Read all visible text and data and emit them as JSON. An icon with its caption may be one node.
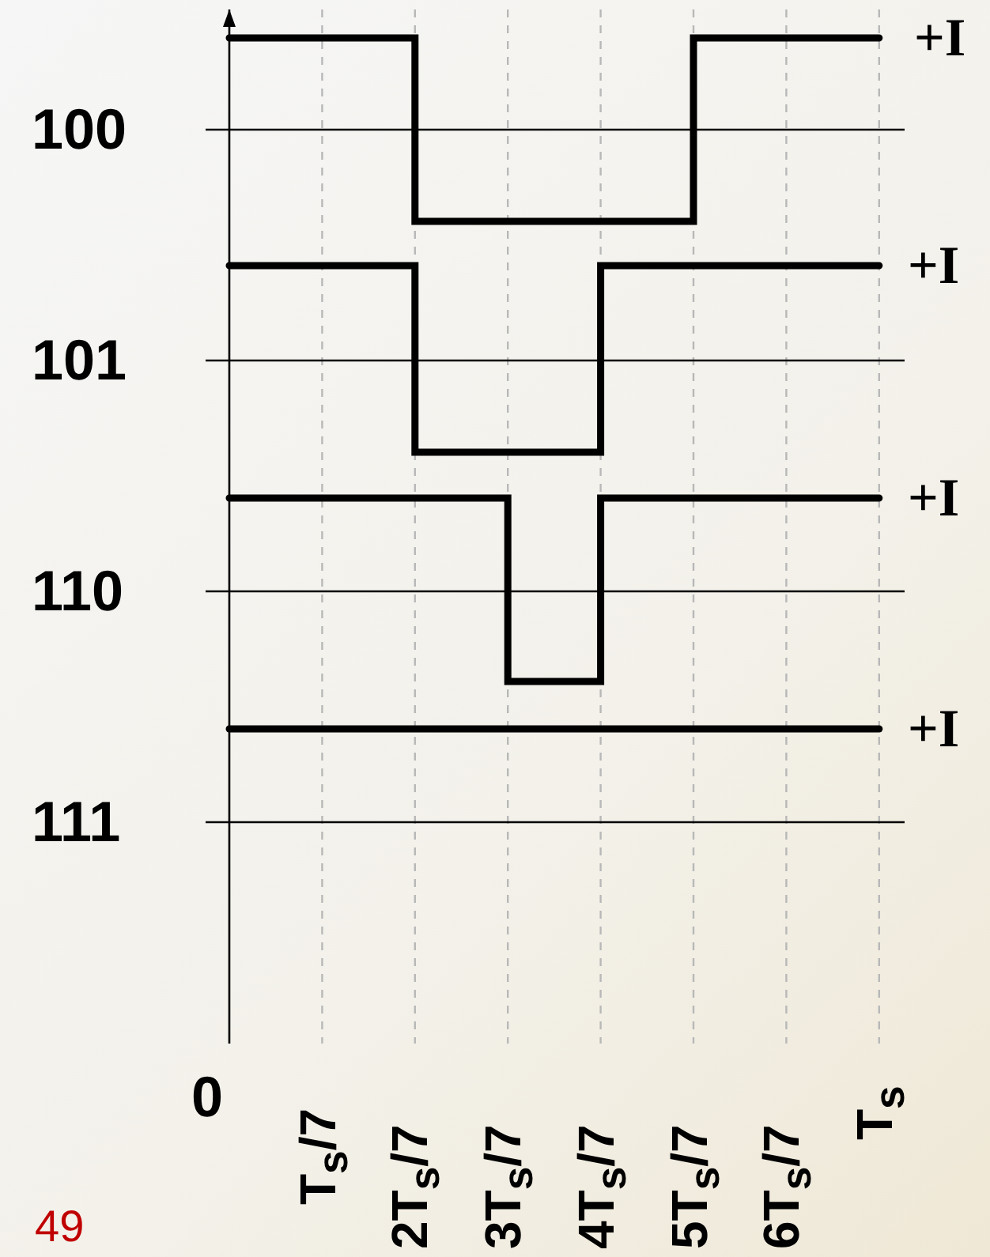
{
  "diagram": {
    "labels": [
      "100",
      "+I",
      "101",
      "+I",
      "110",
      "+I",
      "+I",
      "111",
      "0",
      "T$_{s}$/7",
      "2T$_{s}$/7",
      "3T$_{s}$/7",
      "4T$_{s}$/7",
      "5T$_{s}$/7",
      "6T$_{s}$/7",
      "T$_{s}$",
      "49"
    ]
  }
}
